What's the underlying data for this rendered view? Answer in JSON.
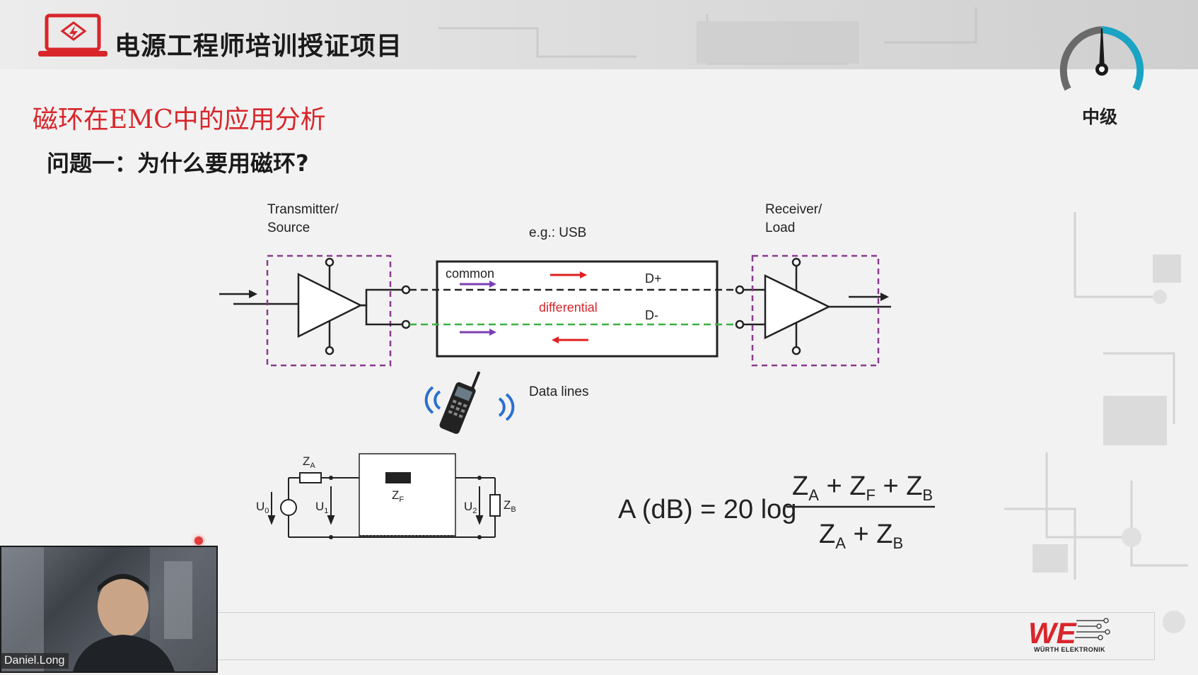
{
  "header": {
    "title": "电源工程师培训授证项目"
  },
  "level_badge": {
    "label": "中级"
  },
  "slide": {
    "subtitle": "磁环在EMC中的应用分析",
    "question": "问题一：为什么要用磁环?"
  },
  "diagram": {
    "transmitter_label_line1": "Transmitter/",
    "transmitter_label_line2": "Source",
    "receiver_label_line1": "Receiver/",
    "receiver_label_line2": "Load",
    "cable_label": "e.g.: USB",
    "common_label": "common",
    "differential_label": "differential",
    "dplus_label": "D+",
    "dminus_label": "D-",
    "datalines_label": "Data lines"
  },
  "circuit": {
    "za": "Z",
    "za_sub": "A",
    "zf": "Z",
    "zf_sub": "F",
    "zb": "Z",
    "zb_sub": "B",
    "u0": "U",
    "u0_sub": "0",
    "u1": "U",
    "u1_sub": "1",
    "u2": "U",
    "u2_sub": "2"
  },
  "formula": {
    "lhs": "A (dB) = 20 log",
    "num_za": "Z",
    "num_za_sub": "A",
    "num_plus1": " + ",
    "num_zf": "Z",
    "num_zf_sub": "F",
    "num_plus2": " + ",
    "num_zb": "Z",
    "num_zb_sub": "B",
    "den_za": "Z",
    "den_za_sub": "A",
    "den_plus": " + ",
    "den_zb": "Z",
    "den_zb_sub": "B"
  },
  "brand": {
    "logo_text": "WE",
    "name": "WÜRTH ELEKTRONIK"
  },
  "webcam": {
    "participant_name": "Daniel.Long"
  },
  "colors": {
    "accent_red": "#d8262b",
    "dashed_box": "#8a3a8e",
    "common_arrow": "#7b3fb5",
    "diff_arrow": "#e02020",
    "green_line": "#3cb043",
    "gauge_teal": "#1aa3c2"
  }
}
